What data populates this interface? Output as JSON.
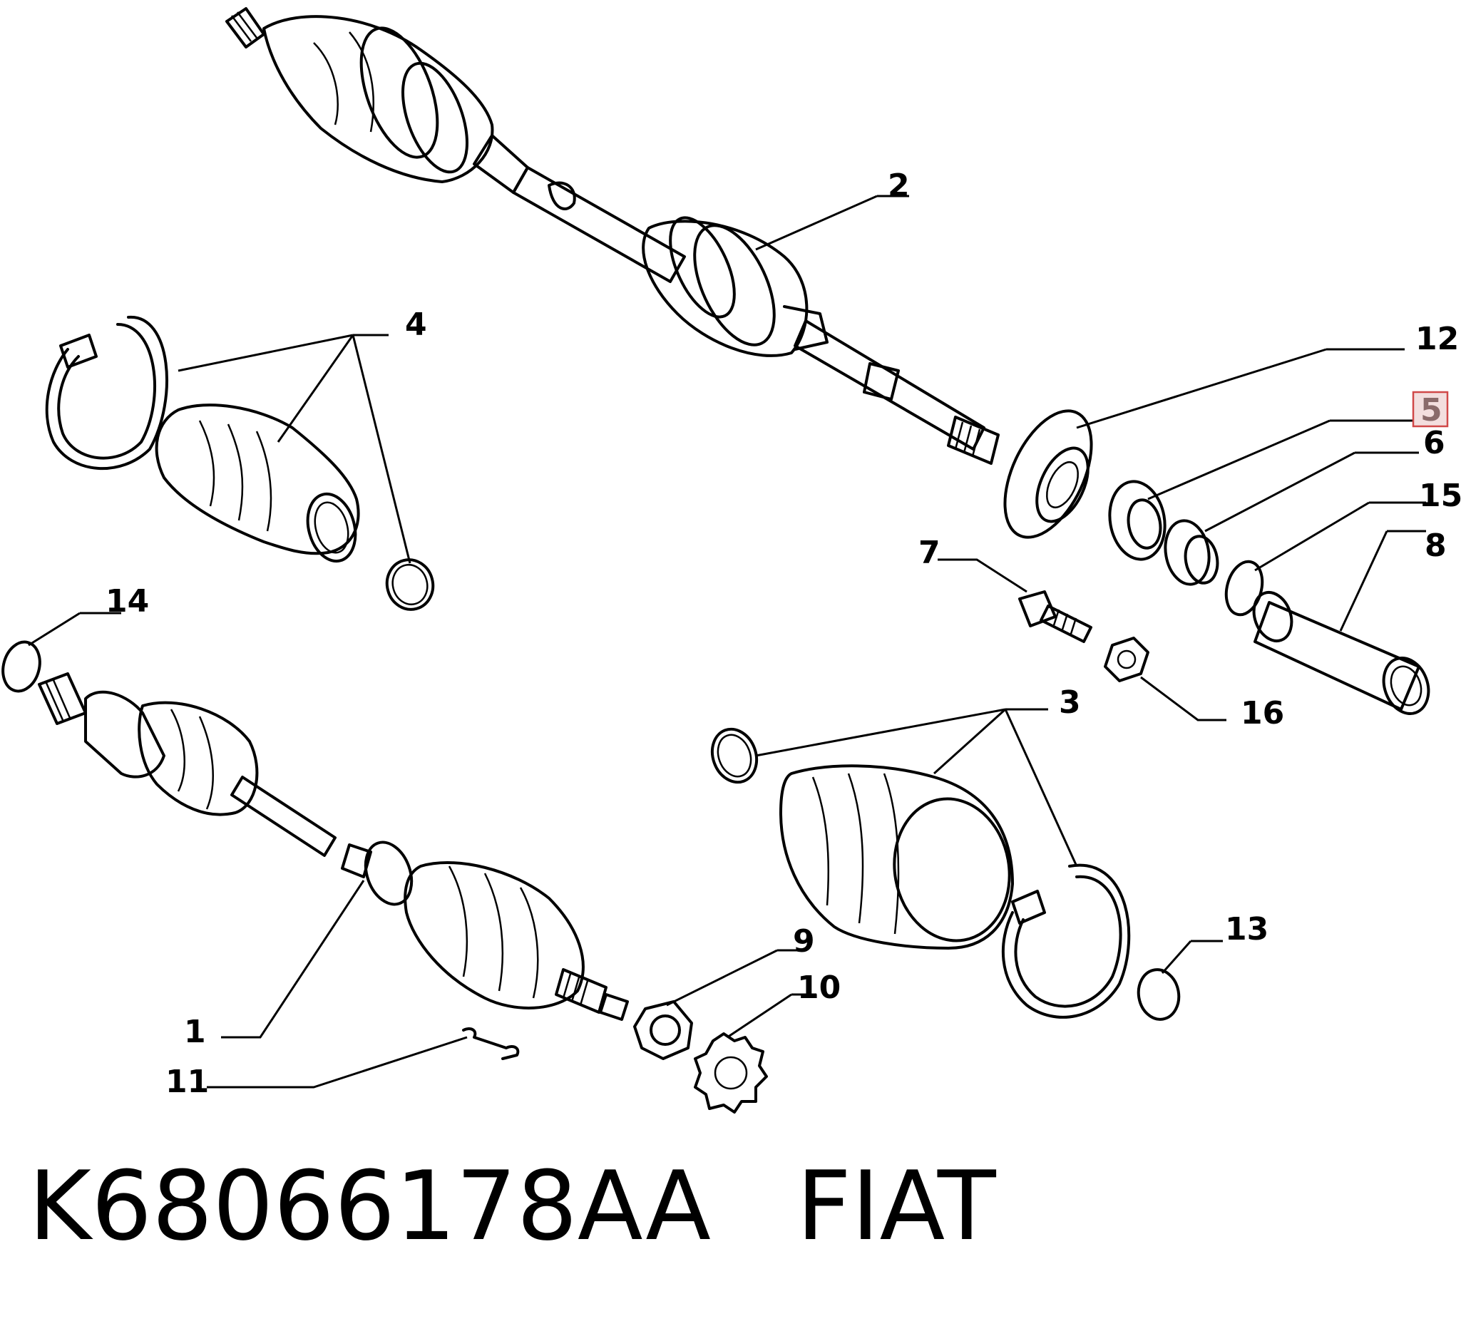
{
  "callouts": {
    "c1": "1",
    "c2": "2",
    "c3": "3",
    "c4": "4",
    "c5": "5",
    "c6": "6",
    "c7": "7",
    "c8": "8",
    "c9": "9",
    "c10": "10",
    "c11": "11",
    "c12": "12",
    "c13": "13",
    "c14": "14",
    "c15": "15",
    "c16": "16"
  },
  "highlighted_callout": "5",
  "caption": {
    "part_number": "K68066178AA",
    "brand": "FIAT"
  },
  "colors": {
    "line": "#000000",
    "highlight_border": "#d04848",
    "highlight_fill": "#f3dede"
  }
}
